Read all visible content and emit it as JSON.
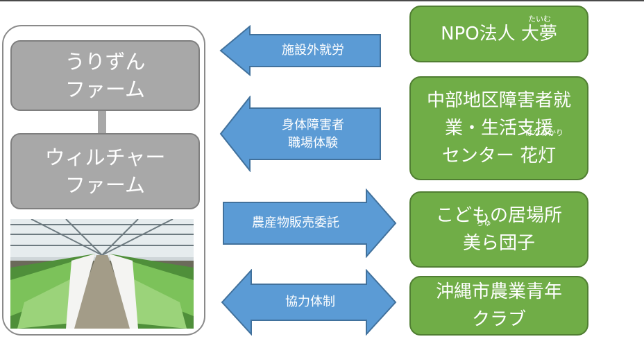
{
  "farms": {
    "top": "うりずん\nファーム",
    "bottom": "ウィルチャー\nファーム"
  },
  "photo": {
    "icon": "greenhouse-photo"
  },
  "arrows": [
    {
      "label": "施設外就労",
      "direction": "left"
    },
    {
      "label": "身体障害者\n職場体験",
      "direction": "left"
    },
    {
      "label": "農産物販売委託",
      "direction": "right"
    },
    {
      "label": "協力体制",
      "direction": "both"
    }
  ],
  "orgs": [
    {
      "name": "NPO法人 大夢",
      "ruby": "たいむ"
    },
    {
      "name": "中部地区障害者就\n業・生活支援\nセンター 花灯",
      "ruby": "はなあかり"
    },
    {
      "name": "こどもの居場所\n美ら団子",
      "ruby": "ちゅ"
    },
    {
      "name": "沖縄市農業青年\nクラブ"
    }
  ],
  "colors": {
    "green_box": "#70ad47",
    "green_border": "#507e32",
    "arrow_blue": "#5b9bd5",
    "arrow_border": "#41719c",
    "gray_box": "#a8a8a8"
  }
}
